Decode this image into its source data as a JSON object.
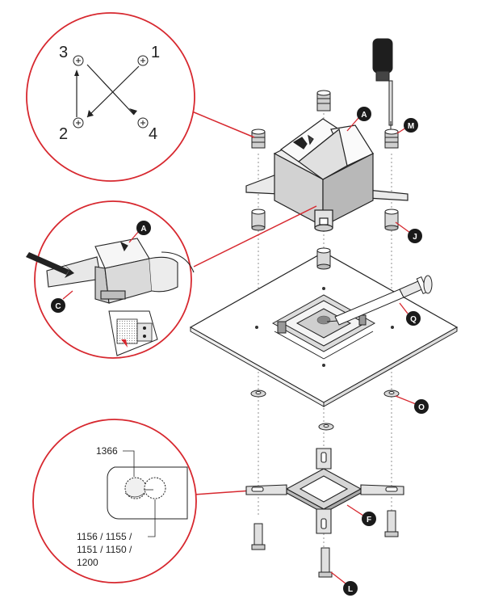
{
  "screw_order": {
    "n1": "1",
    "n2": "2",
    "n3": "3",
    "n4": "4"
  },
  "badges": {
    "a_top": "A",
    "m": "M",
    "j": "J",
    "a_zoom": "A",
    "c": "C",
    "q": "Q",
    "o": "O",
    "f": "F",
    "l": "L"
  },
  "socket_labels": {
    "s1366": "1366",
    "s1156_l1": "1156 / 1155 /",
    "s1156_l2": "1151 / 1150 /",
    "s1156_l3": "1200"
  },
  "colors": {
    "accent_red": "#d7282f",
    "line": "#222222",
    "mid_grey": "#bdbdbd",
    "light_grey": "#e6e6e6"
  }
}
